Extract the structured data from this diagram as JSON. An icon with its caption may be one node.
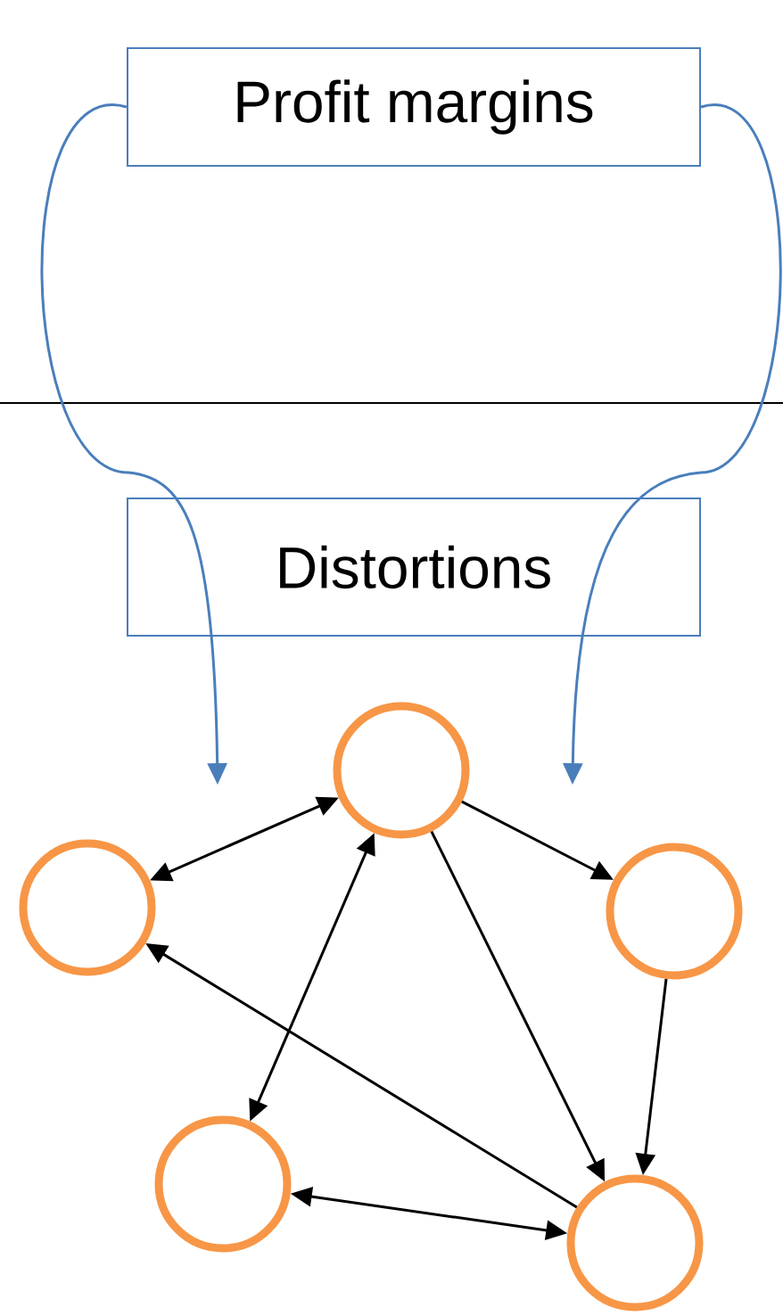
{
  "diagram": {
    "nodes": [
      {
        "text": [
          "Profit margins"
        ]
      },
      {
        "text": [
          "Distortions"
        ]
      },
      {
        "text": [],
        "shape": "circle"
      },
      {
        "text": [],
        "shape": "circle"
      },
      {
        "text": [],
        "shape": "circle"
      },
      {
        "text": [],
        "shape": "circle"
      },
      {
        "text": [],
        "shape": "circle"
      }
    ],
    "edges": [
      {
        "from": 0,
        "to": null,
        "arrow": "to",
        "color": "#4a7ebb"
      },
      {
        "from": 0,
        "to": null,
        "arrow": "to",
        "color": "#4a7ebb"
      },
      {
        "from": 2,
        "to": 3,
        "arrow": "both"
      },
      {
        "from": 2,
        "to": 4,
        "arrow": "to"
      },
      {
        "from": 2,
        "to": 6,
        "arrow": "to"
      },
      {
        "from": 2,
        "to": 5,
        "arrow": "both"
      },
      {
        "from": 4,
        "to": 6,
        "arrow": "to"
      },
      {
        "from": 6,
        "to": 3,
        "arrow": "to"
      },
      {
        "from": 5,
        "to": 6,
        "arrow": "both"
      }
    ]
  }
}
